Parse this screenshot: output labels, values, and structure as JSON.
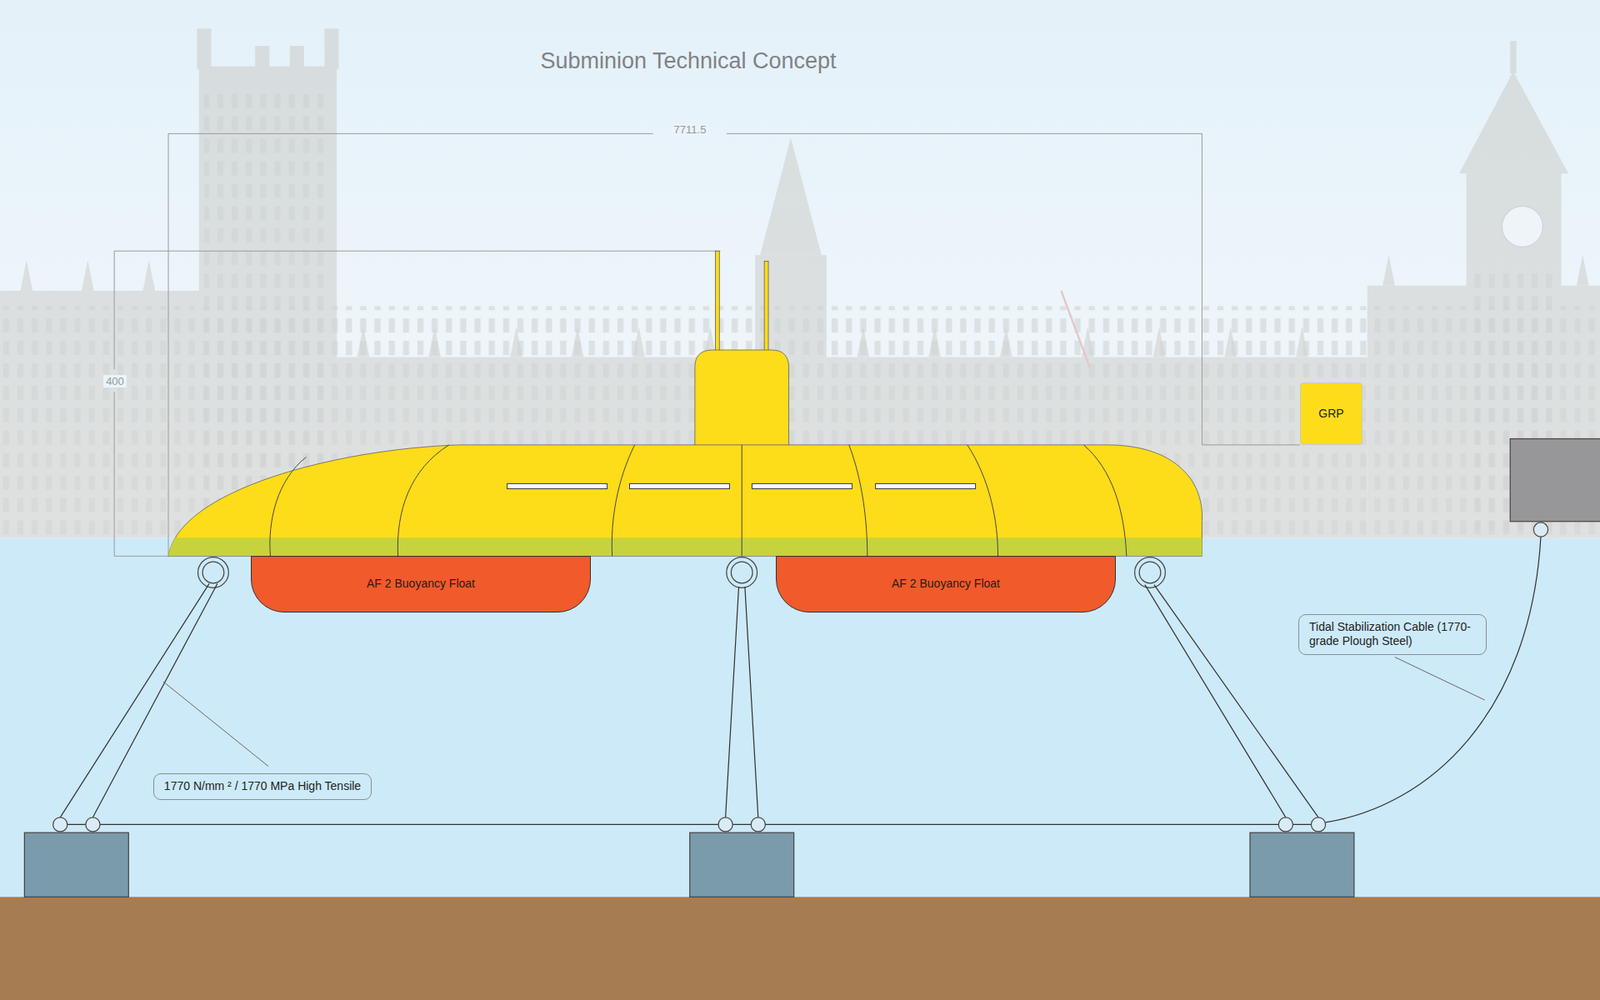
{
  "diagram": {
    "title": "Subminion Technical Concept",
    "nodes": [
      {
        "text": [
          "GRP"
        ]
      },
      {
        "text": [
          "AF 2 Buoyancy Float"
        ]
      },
      {
        "text": [
          "AF 2 Buoyancy Float"
        ]
      },
      {
        "text": [
          "Tidal Stabilization Cable (1770-grade Plough Steel)"
        ]
      },
      {
        "text": [
          "1770 N/mm ² / 1770 MPa High Tensile"
        ]
      }
    ],
    "labels": [
      "7711.5",
      "400"
    ]
  }
}
